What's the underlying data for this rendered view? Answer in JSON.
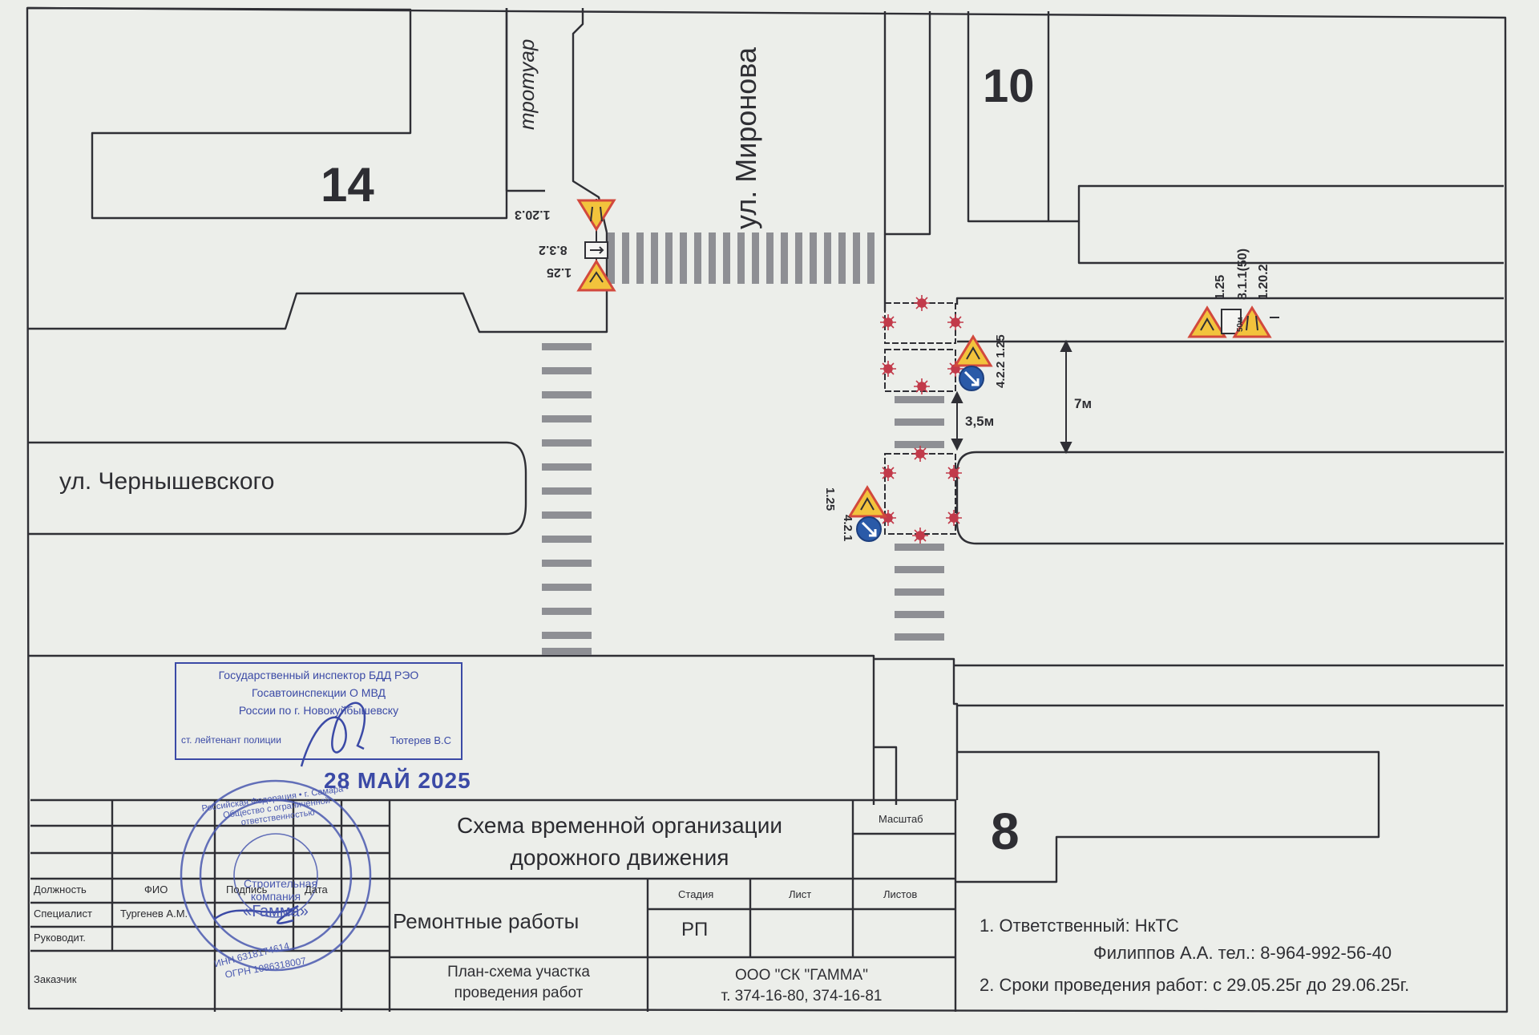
{
  "streets": {
    "mironova": "ул. Миронова",
    "chernyshevskogo": "ул. Чернышевского",
    "sidewalk": "тротуар"
  },
  "buildings": {
    "b14": "14",
    "b10": "10",
    "b8": "8"
  },
  "signs": {
    "ne_a": "1.25",
    "ne_b": "8.1.1(50)",
    "ne_c": "1.20.2",
    "ne_plate": "50м",
    "nw_a": "1.20.3",
    "nw_b": "8.3.2",
    "nw_c": "1.25",
    "right_group": "4.2.2 1.25",
    "left_a": "1.25",
    "left_b": "4.2.1"
  },
  "dims": {
    "gap": "3,5м",
    "width": "7м"
  },
  "colors": {
    "sign_yellow": "#f2c33c",
    "sign_red": "#d2493d",
    "sign_blue": "#2a5aa8",
    "stamp_blue": "#3b4aa6",
    "hazard_light": "#c23a4a"
  },
  "stamp": {
    "line1": "Государственный инспектор БДД РЭО",
    "line2": "Госавтоинспекции О МВД",
    "line3": "России по г. Новокуйбышевску",
    "rank": "ст. лейтенант полиции",
    "name": "Тютерев В.С",
    "date": "28 МАЙ 2025"
  },
  "seal": {
    "outer": "Российская Федерация • г. Самара • Общество с ограниченной ответственностью",
    "inner1": "Строительная",
    "inner2": "компания",
    "inner3": "«Гамма»",
    "inn": "ИНН 6318174614",
    "ogrn": "ОГРН 1086318007"
  },
  "title_block": {
    "title1": "Схема временной организации",
    "title2": "дорожного движения",
    "scale_label": "Масштаб",
    "col_position": "Должность",
    "col_name": "ФИО",
    "col_sign": "Подпись",
    "col_date": "Дата",
    "row1_role": "Специалист",
    "row1_name": "Тургенев А.М.",
    "row2_role": "Руководит.",
    "row3_role": "Заказчик",
    "work": "Ремонтные работы",
    "stage_label": "Стадия",
    "sheet_label": "Лист",
    "sheets_label": "Листов",
    "stage_value": "РП",
    "plan1": "План-схема участка",
    "plan2": "проведения работ",
    "company": "ООО \"СК \"ГАММА\"",
    "company_phone": "т. 374-16-80, 374-16-81"
  },
  "notes": {
    "n1": "1. Ответственный: НкТС",
    "n1b": "Филиппов А.А. тел.: 8-964-992-56-40",
    "n2": "2. Сроки проведения работ: с 29.05.25г до 29.06.25г."
  }
}
